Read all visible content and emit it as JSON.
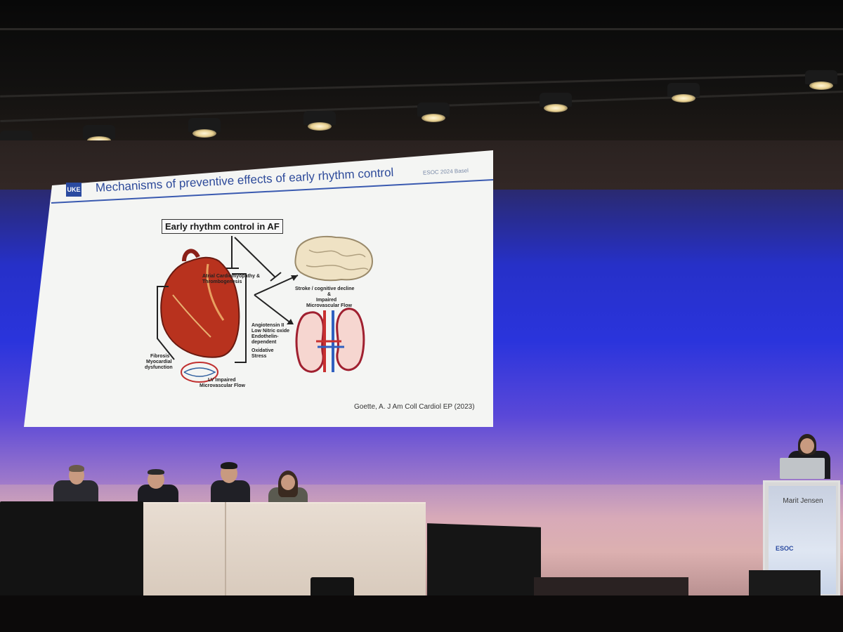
{
  "slide": {
    "logo_text": "UKE",
    "title": "Mechanisms of preventive effects of early rhythm control",
    "conference_tag": "ESOC 2024 Basel",
    "main_box": "Early rhythm control in AF",
    "atrial_label": "Atrial Cardiomyopathy &\nThrombogenesis",
    "stroke_label": "Stroke / cognitive decline",
    "amp": "&",
    "impaired_1": "Impaired",
    "impaired_2": "Microvascular Flow",
    "angio_1": "Angiotensin II",
    "angio_2": "Low Nitric oxide",
    "angio_3": "Endothelin-",
    "angio_4": "dependent",
    "ox_1": "Oxidative",
    "ox_2": "Stress",
    "fib_1": "Fibrosis",
    "fib_2": "Myocardial",
    "fib_3": "dysfunction",
    "lv_1": "LV Impaired",
    "lv_2": "Microvascular Flow",
    "citation": "Goette, A. J Am Coll Cardiol EP (2023)"
  },
  "lectern": {
    "name": "Marit Jensen",
    "logo": "ESOC"
  }
}
